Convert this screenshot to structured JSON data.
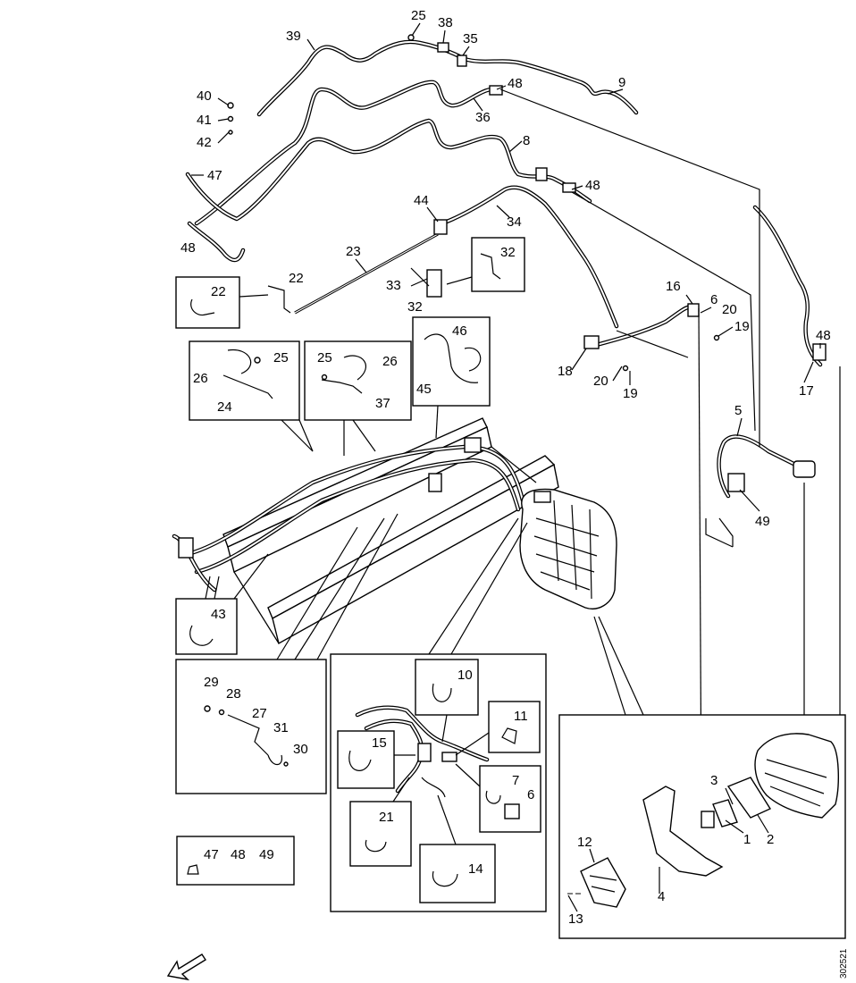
{
  "figure_ref": "302521",
  "callouts": [
    {
      "id": "c25a",
      "text": "25"
    },
    {
      "id": "c38",
      "text": "38"
    },
    {
      "id": "c39",
      "text": "39"
    },
    {
      "id": "c35",
      "text": "35"
    },
    {
      "id": "c9",
      "text": "9"
    },
    {
      "id": "c48a",
      "text": "48"
    },
    {
      "id": "c40",
      "text": "40"
    },
    {
      "id": "c41",
      "text": "41"
    },
    {
      "id": "c42",
      "text": "42"
    },
    {
      "id": "c36",
      "text": "36"
    },
    {
      "id": "c8",
      "text": "8"
    },
    {
      "id": "c47a",
      "text": "47"
    },
    {
      "id": "c44",
      "text": "44"
    },
    {
      "id": "c48b",
      "text": "48"
    },
    {
      "id": "c34",
      "text": "34"
    },
    {
      "id": "c48c",
      "text": "48"
    },
    {
      "id": "c23",
      "text": "23"
    },
    {
      "id": "c32a",
      "text": "32"
    },
    {
      "id": "c22a",
      "text": "22"
    },
    {
      "id": "c22b",
      "text": "22"
    },
    {
      "id": "c33",
      "text": "33"
    },
    {
      "id": "c32b",
      "text": "32"
    },
    {
      "id": "c16",
      "text": "16"
    },
    {
      "id": "c6a",
      "text": "6"
    },
    {
      "id": "c20a",
      "text": "20"
    },
    {
      "id": "c19a",
      "text": "19"
    },
    {
      "id": "c48d",
      "text": "48"
    },
    {
      "id": "c46",
      "text": "46"
    },
    {
      "id": "c26a",
      "text": "26"
    },
    {
      "id": "c25b",
      "text": "25"
    },
    {
      "id": "c25c",
      "text": "25"
    },
    {
      "id": "c26b",
      "text": "26"
    },
    {
      "id": "c18",
      "text": "18"
    },
    {
      "id": "c20b",
      "text": "20"
    },
    {
      "id": "c19b",
      "text": "19"
    },
    {
      "id": "c17",
      "text": "17"
    },
    {
      "id": "c45",
      "text": "45"
    },
    {
      "id": "c24",
      "text": "24"
    },
    {
      "id": "c37",
      "text": "37"
    },
    {
      "id": "c5",
      "text": "5"
    },
    {
      "id": "c49a",
      "text": "49"
    },
    {
      "id": "c43",
      "text": "43"
    },
    {
      "id": "c29",
      "text": "29"
    },
    {
      "id": "c28",
      "text": "28"
    },
    {
      "id": "c27",
      "text": "27"
    },
    {
      "id": "c31",
      "text": "31"
    },
    {
      "id": "c30",
      "text": "30"
    },
    {
      "id": "c10",
      "text": "10"
    },
    {
      "id": "c11",
      "text": "11"
    },
    {
      "id": "c15",
      "text": "15"
    },
    {
      "id": "c7",
      "text": "7"
    },
    {
      "id": "c6b",
      "text": "6"
    },
    {
      "id": "c21",
      "text": "21"
    },
    {
      "id": "c14",
      "text": "14"
    },
    {
      "id": "c3",
      "text": "3"
    },
    {
      "id": "c1",
      "text": "1"
    },
    {
      "id": "c2",
      "text": "2"
    },
    {
      "id": "c12",
      "text": "12"
    },
    {
      "id": "c4",
      "text": "4"
    },
    {
      "id": "c13",
      "text": "13"
    },
    {
      "id": "c47b",
      "text": "47"
    },
    {
      "id": "c48e",
      "text": "48"
    },
    {
      "id": "c49b",
      "text": "49"
    }
  ],
  "arrow_icon": "direction-arrow-icon"
}
